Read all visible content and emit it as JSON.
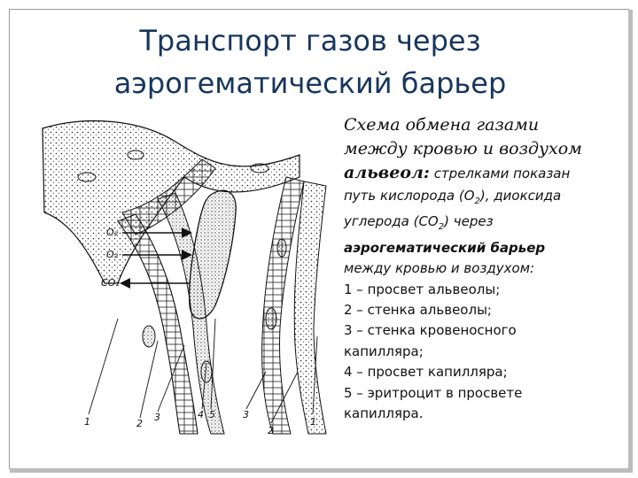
{
  "title_line1": "Транспорт газов через",
  "title_line2": "аэрогематический барьер",
  "figure": {
    "labels": {
      "o2_a": "O₂",
      "o2_b": "O₂",
      "co2": "CO₂",
      "n1_left": "1",
      "n2_left": "2",
      "n3_left": "3",
      "n4": "4",
      "n5": "5",
      "n3_right": "3",
      "n2_right": "2",
      "n1_right": "1"
    }
  },
  "caption": {
    "head1": "Схема обмена газами",
    "head2": "между кровью и воздухом",
    "head3": "альвеол:",
    "line1": " стрелками показан",
    "line2a": "путь кислорода (О",
    "line2_sub": "2",
    "line2b": "), диоксида",
    "line3a": "углерода (СО",
    "line3_sub": "2",
    "line3b": ") через",
    "bold": "аэрогематический барьер",
    "line4": "между кровью и воздухом:",
    "items": [
      "1 – просвет альвеолы;",
      "2 – стенка альвеолы;",
      "3 – стенка кровеносного",
      "капилляра;",
      "4 – просвет капилляра;",
      "5 – эритроцит в просвете",
      "капилляра."
    ]
  }
}
